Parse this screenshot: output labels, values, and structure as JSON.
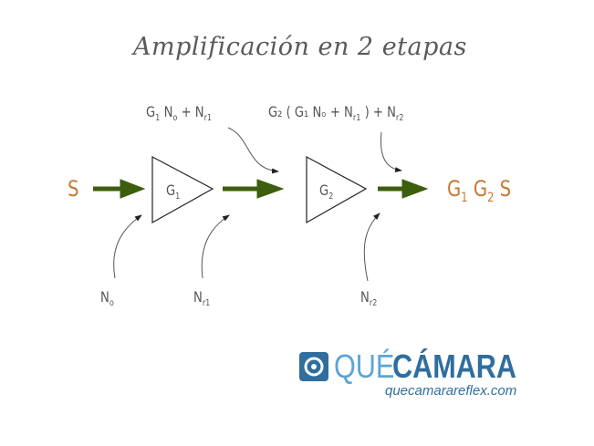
{
  "title": "Amplificación en 2 etapas",
  "labels": {
    "top1": {
      "G": "G",
      "g_sub": "1",
      "N": " N",
      "n_sub": "o",
      "plus": " +  N",
      "r_sub": "r1"
    },
    "top2": {
      "text": "G₂ ( G₁ Nₒ +  N",
      "r1_sub": "r1",
      "mid": " ) + N",
      "r2_sub": "r2"
    },
    "input": "S",
    "output": {
      "g1": "G",
      "s1": "1",
      "g2": " G",
      "s2": "2",
      "s": " S"
    },
    "amp1": {
      "G": "G",
      "sub": "1"
    },
    "amp2": {
      "G": "G",
      "sub": "2"
    },
    "noise_in": {
      "N": "N",
      "sub": "o"
    },
    "noise_r1": {
      "N": "N",
      "sub": "r1"
    },
    "noise_r2": {
      "N": "N",
      "sub": "r2"
    }
  },
  "colors": {
    "arrow": "#3d5e0c",
    "signal": "#c87a2e",
    "text": "#555555",
    "logo_dark": "#2f6e9e",
    "logo_light": "#5aa5d6"
  },
  "logo": {
    "que": "QUÉ",
    "camara": "CÁMARA",
    "url": "quecamarareflex.com"
  }
}
